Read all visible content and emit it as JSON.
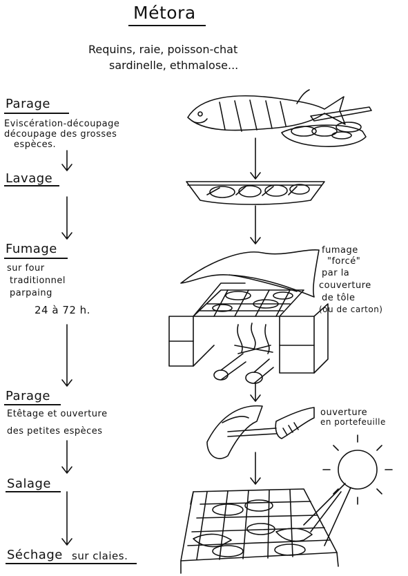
{
  "title": "Métora",
  "subtitle": {
    "line1": "Requins, raie, poisson-chat",
    "line2": "sardinelle, ethmalose..."
  },
  "steps": [
    {
      "label": "Parage",
      "desc": [
        "Eviscération-découpage",
        "découpage des grosses",
        "espèces."
      ]
    },
    {
      "label": "Lavage",
      "desc": []
    },
    {
      "label": "Fumage",
      "desc": [
        "sur four",
        "traditionnel",
        "parpaing",
        "24 à 72 h."
      ]
    },
    {
      "label": "Parage",
      "desc": [
        "Etêtage et ouverture",
        "des petites espèces"
      ]
    },
    {
      "label": "Salage",
      "desc": []
    },
    {
      "label": "Séchage",
      "desc": [
        "sur claies."
      ]
    }
  ],
  "notes": {
    "fumage": [
      "fumage",
      "\"forcé\"",
      "par la",
      "couverture",
      "de tôle",
      "(ou de carton)"
    ],
    "ouverture": [
      "ouverture",
      "en portefeuille"
    ]
  },
  "colors": {
    "ink": "#111111",
    "paper": "#ffffff"
  }
}
